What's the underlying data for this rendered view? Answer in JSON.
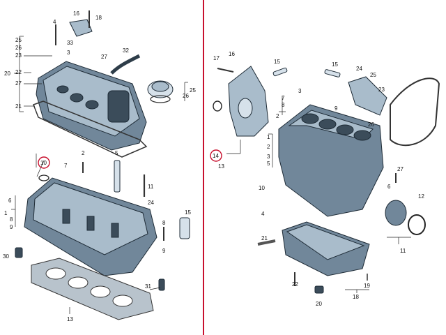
{
  "left_panel": {
    "callouts": [
      {
        "id": "c16",
        "text": "16"
      },
      {
        "id": "c18",
        "text": "18"
      },
      {
        "id": "c4a",
        "text": "4"
      },
      {
        "id": "c25",
        "text": "25"
      },
      {
        "id": "c26",
        "text": "26"
      },
      {
        "id": "c23",
        "text": "23"
      },
      {
        "id": "c33",
        "text": "33"
      },
      {
        "id": "c3",
        "text": "3"
      },
      {
        "id": "c27",
        "text": "27"
      },
      {
        "id": "c32",
        "text": "32"
      },
      {
        "id": "c20",
        "text": "20"
      },
      {
        "id": "c22",
        "text": "22"
      },
      {
        "id": "c27b",
        "text": "27"
      },
      {
        "id": "c21",
        "text": "21"
      },
      {
        "id": "c25r",
        "text": "25"
      },
      {
        "id": "c26r",
        "text": "26"
      },
      {
        "id": "c10",
        "text": "10"
      },
      {
        "id": "c7",
        "text": "7"
      },
      {
        "id": "c2",
        "text": "2"
      },
      {
        "id": "c5",
        "text": "5"
      },
      {
        "id": "c11",
        "text": "11"
      },
      {
        "id": "c24",
        "text": "24"
      },
      {
        "id": "c1",
        "text": "1"
      },
      {
        "id": "c6",
        "text": "6"
      },
      {
        "id": "c8",
        "text": "8"
      },
      {
        "id": "c9",
        "text": "9"
      },
      {
        "id": "c30",
        "text": "30"
      },
      {
        "id": "c8b",
        "text": "8"
      },
      {
        "id": "c9b",
        "text": "9"
      },
      {
        "id": "c15",
        "text": "15"
      },
      {
        "id": "c31",
        "text": "31"
      },
      {
        "id": "c13",
        "text": "13"
      }
    ]
  },
  "right_panel": {
    "callouts": [
      {
        "id": "r17",
        "text": "17"
      },
      {
        "id": "r16",
        "text": "16"
      },
      {
        "id": "r15",
        "text": "15"
      },
      {
        "id": "r15b",
        "text": "15"
      },
      {
        "id": "r24",
        "text": "24"
      },
      {
        "id": "r25",
        "text": "25"
      },
      {
        "id": "r23",
        "text": "23"
      },
      {
        "id": "r3",
        "text": "3"
      },
      {
        "id": "r9",
        "text": "9"
      },
      {
        "id": "r7",
        "text": "7"
      },
      {
        "id": "r8",
        "text": "8"
      },
      {
        "id": "r2",
        "text": "2"
      },
      {
        "id": "r26",
        "text": "26"
      },
      {
        "id": "r14",
        "text": "14"
      },
      {
        "id": "r13",
        "text": "13"
      },
      {
        "id": "r1",
        "text": "1"
      },
      {
        "id": "r2b",
        "text": "2"
      },
      {
        "id": "r3b",
        "text": "3"
      },
      {
        "id": "r5",
        "text": "5"
      },
      {
        "id": "r27",
        "text": "27"
      },
      {
        "id": "r10",
        "text": "10"
      },
      {
        "id": "r6",
        "text": "6"
      },
      {
        "id": "r12",
        "text": "12"
      },
      {
        "id": "r4",
        "text": "4"
      },
      {
        "id": "r21",
        "text": "21"
      },
      {
        "id": "r11",
        "text": "11"
      },
      {
        "id": "r22",
        "text": "22"
      },
      {
        "id": "r19",
        "text": "19"
      },
      {
        "id": "r20",
        "text": "20"
      },
      {
        "id": "r18",
        "text": "18"
      }
    ]
  },
  "colors": {
    "divider": "#c8102e",
    "highlight": "#c8102e",
    "part_dark": "#3b4c5a",
    "part_light": "#a9bccb"
  }
}
